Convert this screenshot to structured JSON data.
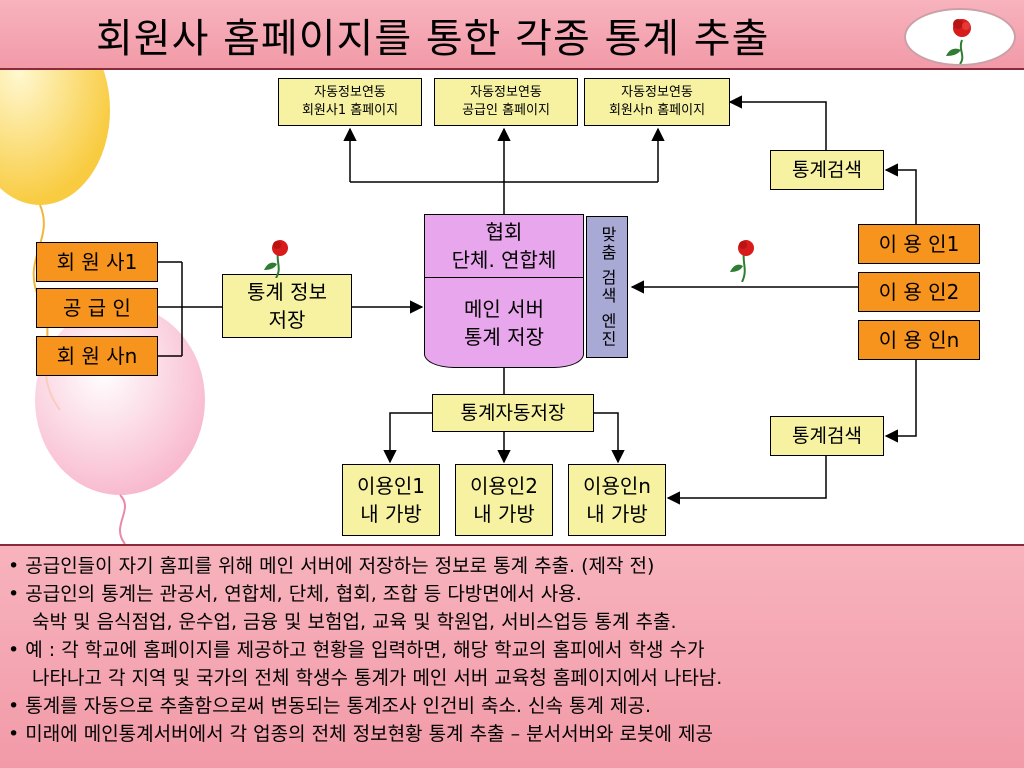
{
  "title": "회원사 홈페이지를 통한 각종 통계 추출",
  "top_boxes": [
    {
      "line1": "자동정보연동",
      "line2": "회원사1 홈페이지"
    },
    {
      "line1": "자동정보연동",
      "line2": "공급인 홈페이지"
    },
    {
      "line1": "자동정보연동",
      "line2": "회원사n 홈페이지"
    }
  ],
  "left_boxes": [
    "회 원 사1",
    "공 급 인",
    "회 원 사n"
  ],
  "stat_store": {
    "line1": "통계 정보",
    "line2": "저장"
  },
  "server_top": {
    "line1": "협회",
    "line2": "단체. 연합체"
  },
  "server_body": {
    "line1": "메인 서버",
    "line2": "통계 저장"
  },
  "engine": "맞춤 검색 엔진",
  "auto_store": "통계자동저장",
  "bottom_boxes": [
    {
      "line1": "이용인1",
      "line2": "내 가방"
    },
    {
      "line1": "이용인2",
      "line2": "내 가방"
    },
    {
      "line1": "이용인n",
      "line2": "내 가방"
    }
  ],
  "search_top": "통계검색",
  "search_bottom": "통계검색",
  "users": [
    "이 용 인1",
    "이 용 인2",
    "이 용 인n"
  ],
  "notes": [
    {
      "text": "• 공급인들이 자기 홈피를 위해 메인 서버에 저장하는 정보로 통계 추출. (제작 전)",
      "indent": false
    },
    {
      "text": "• 공급인의 통계는 관공서, 연합체, 단체, 협회, 조합 등 다방면에서 사용.",
      "indent": false
    },
    {
      "text": "숙박 및 음식점업, 운수업, 금융 및 보험업, 교육 및 학원업, 서비스업등 통계 추출.",
      "indent": true
    },
    {
      "text": "• 예 : 각 학교에 홈페이지를 제공하고 현황을 입력하면, 해당 학교의 홈피에서 학생 수가",
      "indent": false
    },
    {
      "text": "나타나고 각 지역 및 국가의 전체 학생수 통계가 메인 서버 교육청 홈페이지에서 나타남.",
      "indent": true
    },
    {
      "text": "• 통계를 자동으로 추출함으로써 변동되는 통계조사 인건비 축소. 신속 통계 제공.",
      "indent": false
    },
    {
      "text": "• 미래에 메인통계서버에서 각 업종의 전체 정보현황 통계 추출 – 분서서버와 로봇에 제공",
      "indent": false
    }
  ],
  "colors": {
    "pink_band": "#f29aa8",
    "yellow_box": "#f6f2a2",
    "orange_box": "#f7941d",
    "server": "#e8a6ec",
    "engine": "#a9a9d6"
  }
}
